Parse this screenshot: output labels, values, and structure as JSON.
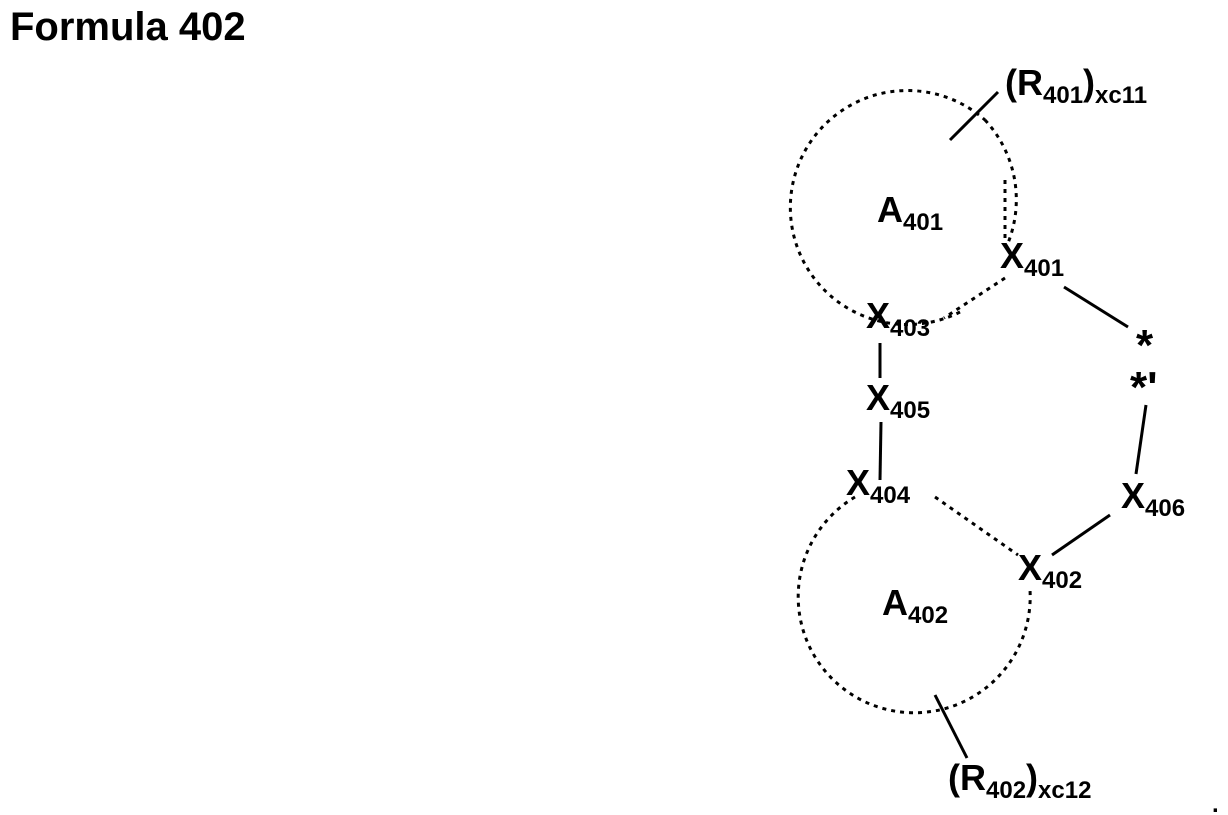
{
  "title": "Formula 402",
  "rings": {
    "upper": {
      "main": "A",
      "sub": "401"
    },
    "lower": {
      "main": "A",
      "sub": "402"
    }
  },
  "atoms": {
    "x401": {
      "main": "X",
      "sub": "401"
    },
    "x402": {
      "main": "X",
      "sub": "402"
    },
    "x403": {
      "main": "X",
      "sub": "403"
    },
    "x404": {
      "main": "X",
      "sub": "404"
    },
    "x405": {
      "main": "X",
      "sub": "405"
    },
    "x406": {
      "main": "X",
      "sub": "406"
    }
  },
  "substituents": {
    "r401": {
      "open": "(R",
      "sub": "401",
      "close": ")",
      "count": "xc11"
    },
    "r402": {
      "open": "(R",
      "sub": "402",
      "close": ")",
      "count": "xc12"
    }
  },
  "attachment_points": {
    "star": "*",
    "star_prime": "*'"
  },
  "trailing_mark": "."
}
